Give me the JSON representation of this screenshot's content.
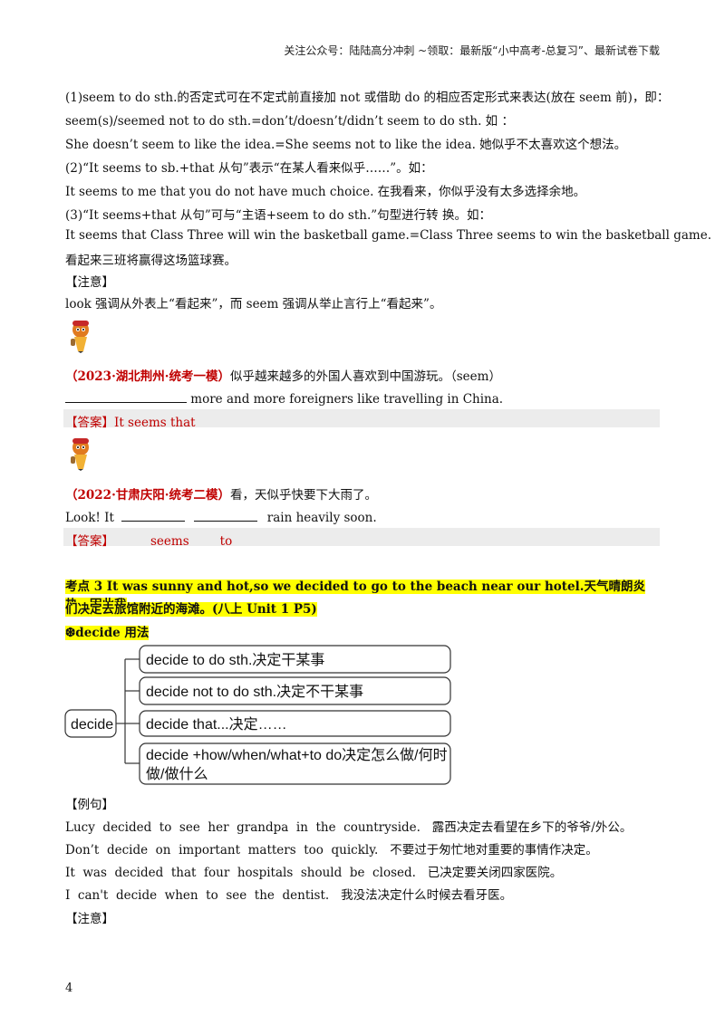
{
  "header": "关注公众号：陆陆高分冲刺 ~领取：最新版“小中高考-总复习”、最新试卷下载",
  "top": {
    "l1": "(1)seem to do sth.的否定式可在不定式前直接加 not 或借助 do 的相应否定形式来表达(放在 seem 前)，即：",
    "l2": "seem(s)/seemed not to do sth.=don’t/doesn’t/didn’t seem to do sth. 如 ：",
    "l3": "She doesn’t seem to like the idea.=She seems not to like the idea. 她似乎不太喜欢这个想法。",
    "l4": "(2)“It seems to sb.+that 从句”表示“在某人看来似乎……”。如：",
    "l5": "It seems to me that you do not have much choice.   在我看来，你似乎没有太多选择余地。",
    "l6": "(3)“It seems+that 从句”可与“主语+seem to do sth.”句型进行转 换。如：",
    "l7": "It seems that Class Three will win the basketball game.=Class Three seems to win the basketball game.",
    "l8": "看起来三班将赢得这场篮球赛。",
    "note1": "【注意】",
    "note1_text": "look 强调从外表上“看起来”，而 seem 强调从举止言行上“看起来”。"
  },
  "ex1": {
    "source": "（2023·湖北荆州·统考一模）",
    "question": "似乎越来越多的外国人喜欢到中国游玩。（seem）",
    "sentence_end": " more and more foreigners like travelling in China.",
    "answer_label": "【答案】",
    "answer": "It seems that"
  },
  "ex2": {
    "source": "（2022·甘肃庆阳·统考二模）",
    "question": "看，天似乎快要下大雨了。",
    "sentence_start": "Look! It",
    "sentence_end": "rain heavily soon.",
    "answer_label": "【答案】",
    "answer1": "seems",
    "answer2": "to"
  },
  "kaodian": {
    "line1": "考点 3  It  was  sunny  and  hot,so  we  decided  to  go  to  the  beach  near  our  hotel.天气晴朗炎热，因此我",
    "line2": "们决定去旅馆附近的海滩。(八上 Unit  1  P5)",
    "usage": "❆decide 用法"
  },
  "diagram": {
    "root": "decide",
    "items": [
      "decide to do sth.决定干某事",
      "decide not to do sth.决定不干某事",
      "decide that...决定……",
      "decide +how/when/what+to do决定怎么做/何时",
      "做/做什么"
    ]
  },
  "examples": {
    "label": "【例句】",
    "s1": "Lucy  decided  to  see  her  grandpa  in  the  countryside.   露西决定去看望在乡下的爷爷/外公。",
    "s2": "Don’t  decide  on  important  matters  too  quickly.   不要过于匆忙地对重要的事情作决定。",
    "s3": "It  was  decided  that  four  hospitals  should  be  closed.   已决定要关闭四家医院。",
    "s4": "I  can't  decide  when  to  see  the  dentist.   我没法决定什么时候去看牙医。",
    "note2": "【注意】"
  },
  "page_number": "4"
}
